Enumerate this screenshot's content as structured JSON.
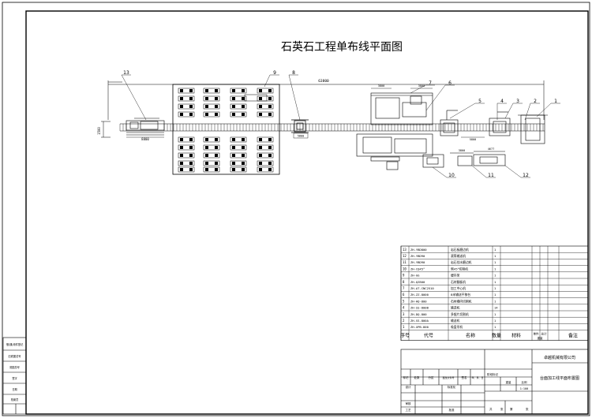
{
  "title": "石英石工程单布线平面图",
  "dimensions": {
    "overall": "63800",
    "left_stub": "1500",
    "conveyor_13": "8800",
    "conveyor_8": "5800",
    "dim_7_a": "3800",
    "dim_7_b": "3800",
    "dim_right": "5800",
    "dim_11": "3800",
    "dim_12": "4677"
  },
  "callouts": [
    "13",
    "9",
    "8",
    "7",
    "6",
    "5",
    "4",
    "3",
    "2",
    "1",
    "10",
    "11",
    "12"
  ],
  "bom": {
    "rows": [
      {
        "no": "13",
        "code": "ZH-YBD800",
        "name": "岩石板磨边机",
        "qty": "1"
      },
      {
        "no": "12",
        "code": "ZH-YBD90",
        "name": "滚筒输送机",
        "qty": "1"
      },
      {
        "no": "11",
        "code": "ZH-YBD90",
        "name": "岩石挡水磨边机",
        "qty": "1"
      },
      {
        "no": "10",
        "code": "ZH-CQ45°",
        "name": "侧45°切割机",
        "qty": "1"
      },
      {
        "no": "9",
        "code": "ZH-GG",
        "name": "缓存架",
        "qty": "1"
      },
      {
        "no": "8",
        "code": "ZH-QZ800",
        "name": "石材翻板机",
        "qty": "1"
      },
      {
        "no": "7",
        "code": "ZH-AT-CNC2510",
        "name": "加工中心机",
        "qty": "1"
      },
      {
        "no": "6",
        "code": "ZH-ZZ-8000",
        "name": "8米输送平移台",
        "qty": "1"
      },
      {
        "no": "5",
        "code": "ZH-HQ-800",
        "name": "石材横向切割机",
        "qty": "1"
      },
      {
        "no": "4",
        "code": "ZH-SS-800B",
        "name": "输送机",
        "qty": "14"
      },
      {
        "no": "3",
        "code": "ZH-DQ-800",
        "name": "多锯片切割机",
        "qty": "1"
      },
      {
        "no": "2",
        "code": "ZH-SS-800A",
        "name": "输送机",
        "qty": "1"
      },
      {
        "no": "1",
        "code": "ZH-XPB-800",
        "name": "吸盘吊机",
        "qty": "1"
      }
    ],
    "header": {
      "no": "序号",
      "code": "代号",
      "name": "名称",
      "qty": "数量",
      "material": "材料",
      "single": "单件",
      "total": "总计",
      "weight": "重量",
      "remark": "备注"
    }
  },
  "titleblock": {
    "company": "卓越机械有限公司",
    "drawing_name": "台面加工线平面布置图",
    "stage_label": "阶段标记",
    "weight_label": "重量",
    "scale_label": "比例",
    "scale_value": "1:100",
    "marker": "标记",
    "count": "处数",
    "zone": "分区",
    "change_doc": "更改文件号",
    "signature": "签名",
    "date": "年、月、日",
    "design": "设计",
    "standard": "标准化",
    "review": "审核",
    "process": "工艺",
    "approve": "批准",
    "total_sheets": "共",
    "sheet_no_suffix": "张",
    "sheet_of": "第"
  },
  "leftstrip": [
    "借(通)用件登记",
    "旧底图总号",
    "底图总号",
    "签字",
    "日期",
    "档案员"
  ]
}
